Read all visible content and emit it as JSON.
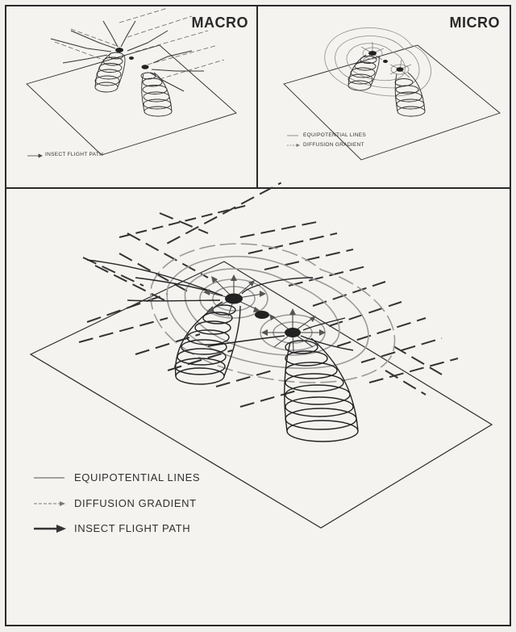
{
  "panels": {
    "macro": {
      "title": "MACRO",
      "legend": [
        {
          "label": "INSECT FLIGHT PATH",
          "style": "arrow"
        }
      ]
    },
    "micro": {
      "title": "MICRO",
      "legend": [
        {
          "label": "EQUIPOTENTIAL LINES",
          "style": "line"
        },
        {
          "label": "DIFFUSION GRADIENT",
          "style": "thin-arrow"
        }
      ]
    },
    "main": {
      "legend": [
        {
          "label": "EQUIPOTENTIAL LINES",
          "style": "line"
        },
        {
          "label": "DIFFUSION GRADIENT",
          "style": "thin-arrow"
        },
        {
          "label": "INSECT FLIGHT PATH",
          "style": "thick-arrow"
        }
      ]
    }
  },
  "colors": {
    "ink": "#2a2a2a",
    "equipotential": "#8a8a8a",
    "paper": "#f4f3ef"
  }
}
